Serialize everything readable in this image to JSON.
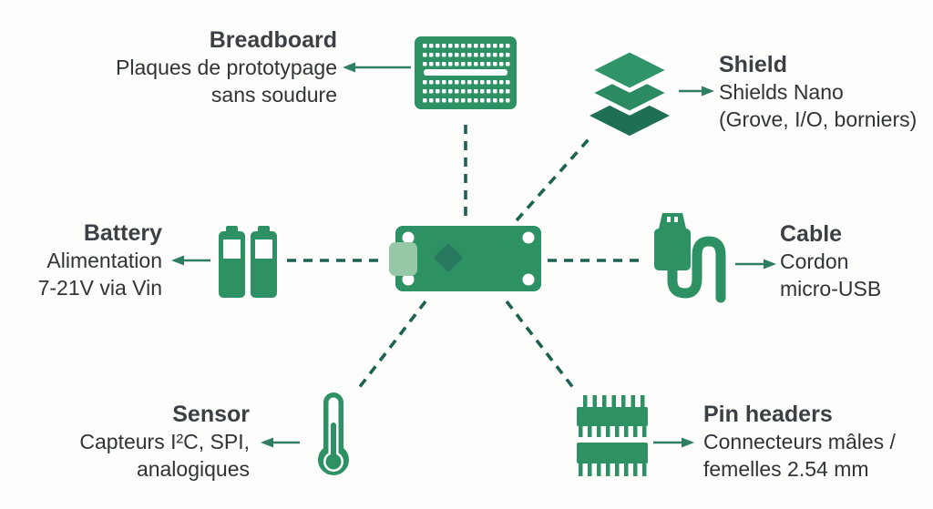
{
  "theme": {
    "bg": "#fdfdfb",
    "green": "#2e9164",
    "green_light": "#96c7a7",
    "shield_top": "#2f9468",
    "shield_mid": "#2b8a62",
    "shield_bottom": "#1f6f55",
    "chip": "#26795f",
    "arrow": "#2f7d63",
    "dash": "#1c6152",
    "title_color": "#3b4045",
    "text_color": "#2f3437"
  },
  "nodes": {
    "breadboard": {
      "title": "Breadboard",
      "line1": "Plaques de prototypage",
      "line2": "sans soudure"
    },
    "shield": {
      "title": "Shield",
      "line1": "Shields Nano",
      "line2": "(Grove, I/O, borniers)"
    },
    "battery": {
      "title": "Battery",
      "line1": "Alimentation",
      "line2": "7-21V via Vin"
    },
    "cable": {
      "title": "Cable",
      "line1": "Cordon",
      "line2": "micro-USB"
    },
    "sensor": {
      "title": "Sensor",
      "line1": "Capteurs I²C, SPI,",
      "line2": "analogiques"
    },
    "pin_headers": {
      "title": "Pin headers",
      "line1": "Connecteurs mâles /",
      "line2": "femelles 2.54 mm"
    }
  }
}
